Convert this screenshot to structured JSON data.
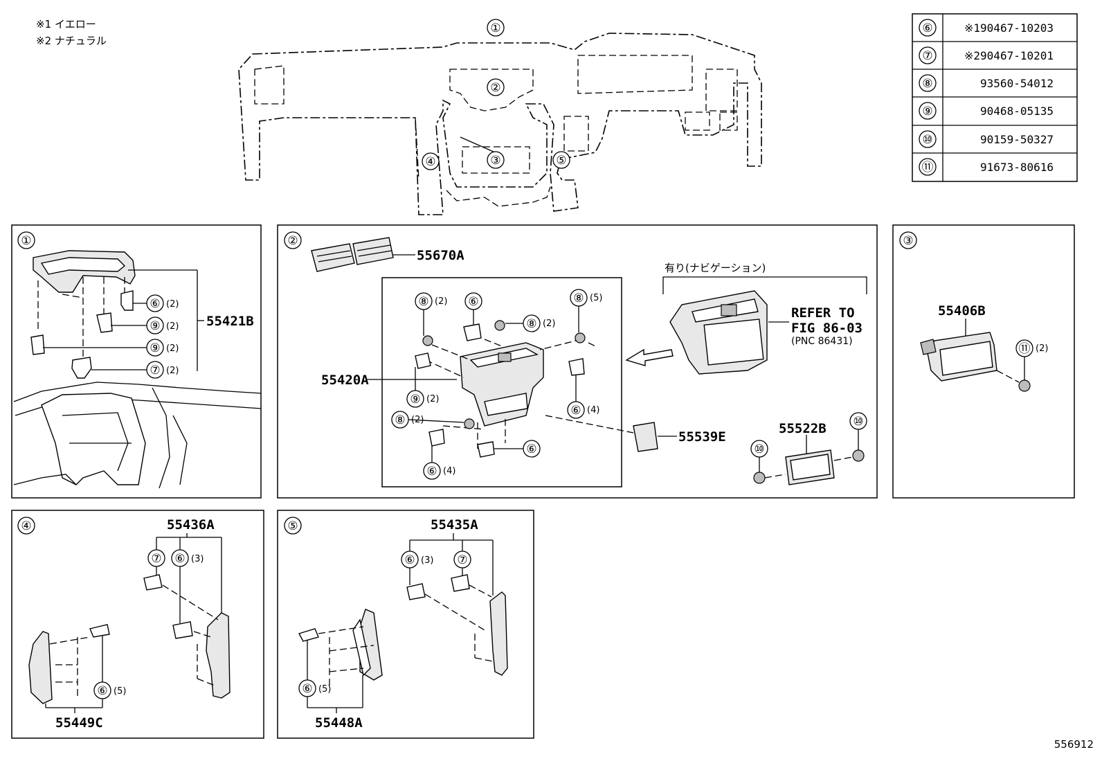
{
  "notes": [
    "※1 イエロー",
    "※2 ナチュラル"
  ],
  "markers": {
    "m1": "①",
    "m2": "②",
    "m3": "③",
    "m4": "④",
    "m5": "⑤",
    "m6": "⑥",
    "m7": "⑦",
    "m8": "⑧",
    "m9": "⑨",
    "m10": "⑩",
    "m11": "⑪"
  },
  "table": [
    {
      "ref": "⑥",
      "part": "※190467-10203"
    },
    {
      "ref": "⑦",
      "part": "※290467-10201"
    },
    {
      "ref": "⑧",
      "part": "93560-54012"
    },
    {
      "ref": "⑨",
      "part": "90468-05135"
    },
    {
      "ref": "⑩",
      "part": "90159-50327"
    },
    {
      "ref": "⑪",
      "part": "91673-80616"
    }
  ],
  "parts": {
    "p55421B": "55421B",
    "p55670A": "55670A",
    "p55420A": "55420A",
    "p55539E": "55539E",
    "p55522B": "55522B",
    "p55406B": "55406B",
    "p55436A": "55436A",
    "p55449C": "55449C",
    "p55435A": "55435A",
    "p55448A": "55448A"
  },
  "qty": {
    "q2": "(2)",
    "q3": "(3)",
    "q4": "(4)",
    "q5": "(5)"
  },
  "nav_label": "有り(ナビゲーション)",
  "refer": {
    "line1": "REFER TO",
    "line2": "FIG 86-03",
    "line3": "(PNC 86431)"
  },
  "figure_id": "556912"
}
